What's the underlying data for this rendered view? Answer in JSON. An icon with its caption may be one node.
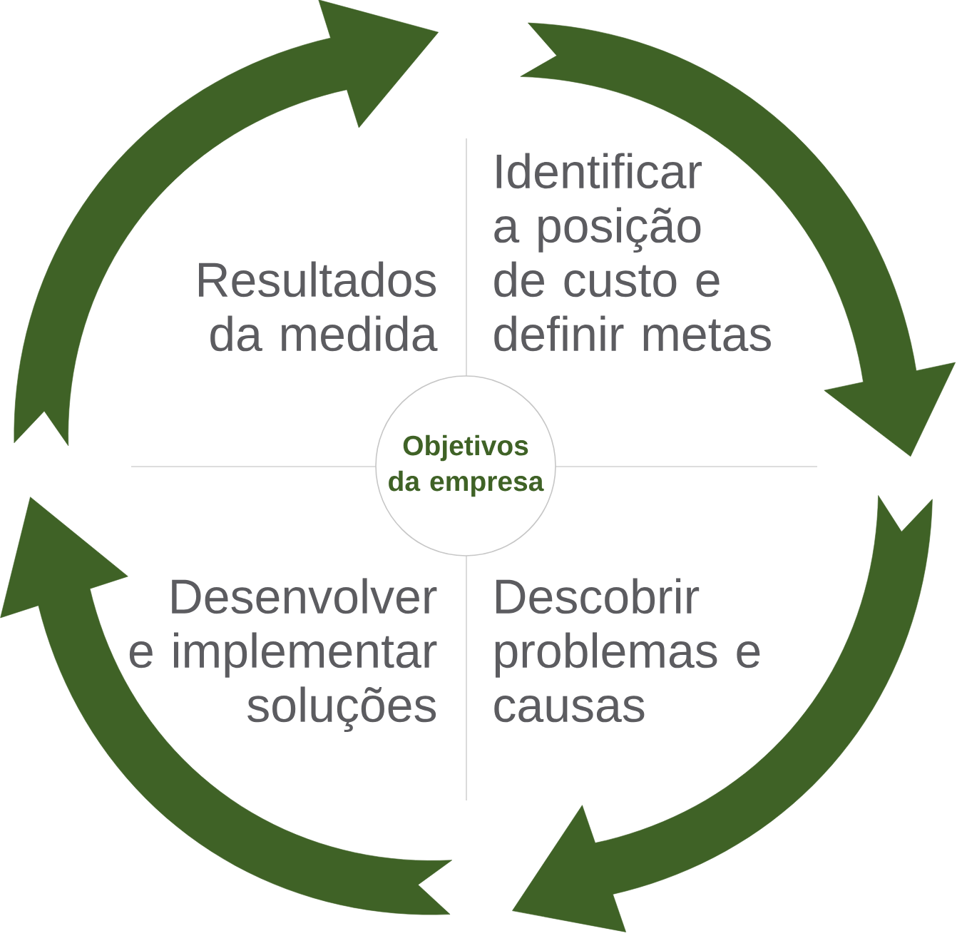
{
  "diagram": {
    "nodes": [
      {
        "text": [
          "Resultados da medida"
        ]
      },
      {
        "text": [
          "Identificar a posição de custo e definir metas"
        ]
      },
      {
        "text": [
          "Objetivos da empresa"
        ]
      },
      {
        "text": [
          "Desenvolver e implementar soluções"
        ]
      },
      {
        "text": [
          "Descobrir problemas e causas"
        ]
      }
    ]
  }
}
